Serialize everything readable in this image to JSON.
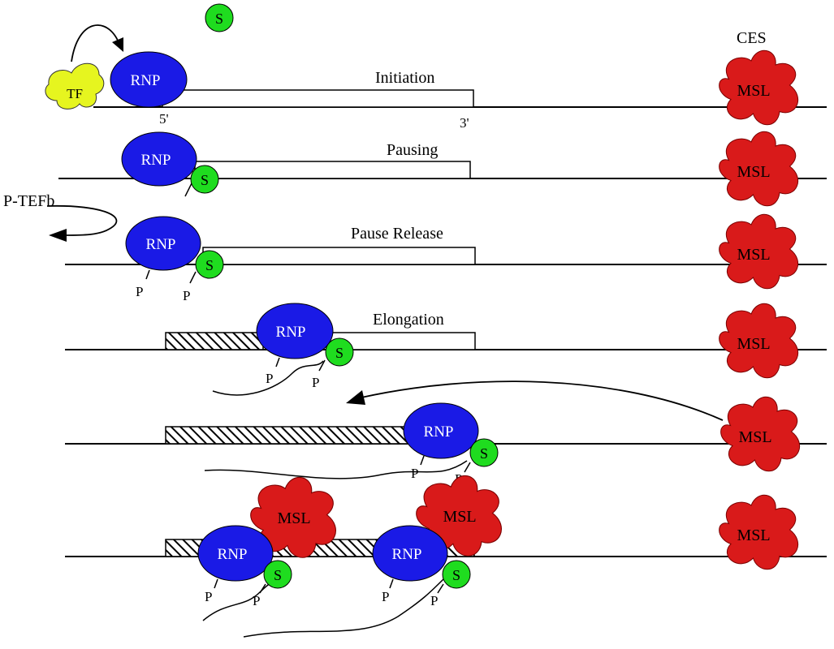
{
  "labels": {
    "ces": "CES",
    "ptefb": "P-TEFb",
    "five_prime": "5'",
    "three_prime": "3'"
  },
  "stages": {
    "initiation": "Initiation",
    "pausing": "Pausing",
    "pause_release": "Pause Release",
    "elongation": "Elongation"
  },
  "molecules": {
    "tf": "TF",
    "rnp": "RNP",
    "msl": "MSL",
    "s": "S",
    "p": "P"
  },
  "colors": {
    "tf": "#e6f51f",
    "rnp": "#1a1ae6",
    "msl": "#d91a1a",
    "s": "#1fdc1f",
    "line": "#000000"
  }
}
